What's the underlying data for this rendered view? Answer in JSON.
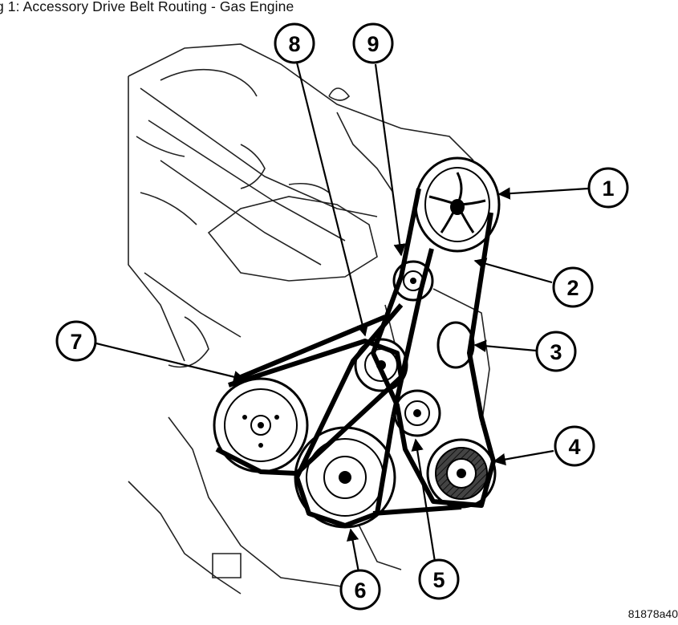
{
  "figure": {
    "caption": "g 1: Accessory Drive Belt Routing - Gas Engine",
    "reference_code": "81878a40"
  },
  "callouts": [
    {
      "id": "1",
      "label": "1"
    },
    {
      "id": "2",
      "label": "2"
    },
    {
      "id": "3",
      "label": "3"
    },
    {
      "id": "4",
      "label": "4"
    },
    {
      "id": "5",
      "label": "5"
    },
    {
      "id": "6",
      "label": "6"
    },
    {
      "id": "7",
      "label": "7"
    },
    {
      "id": "8",
      "label": "8"
    },
    {
      "id": "9",
      "label": "9"
    }
  ]
}
